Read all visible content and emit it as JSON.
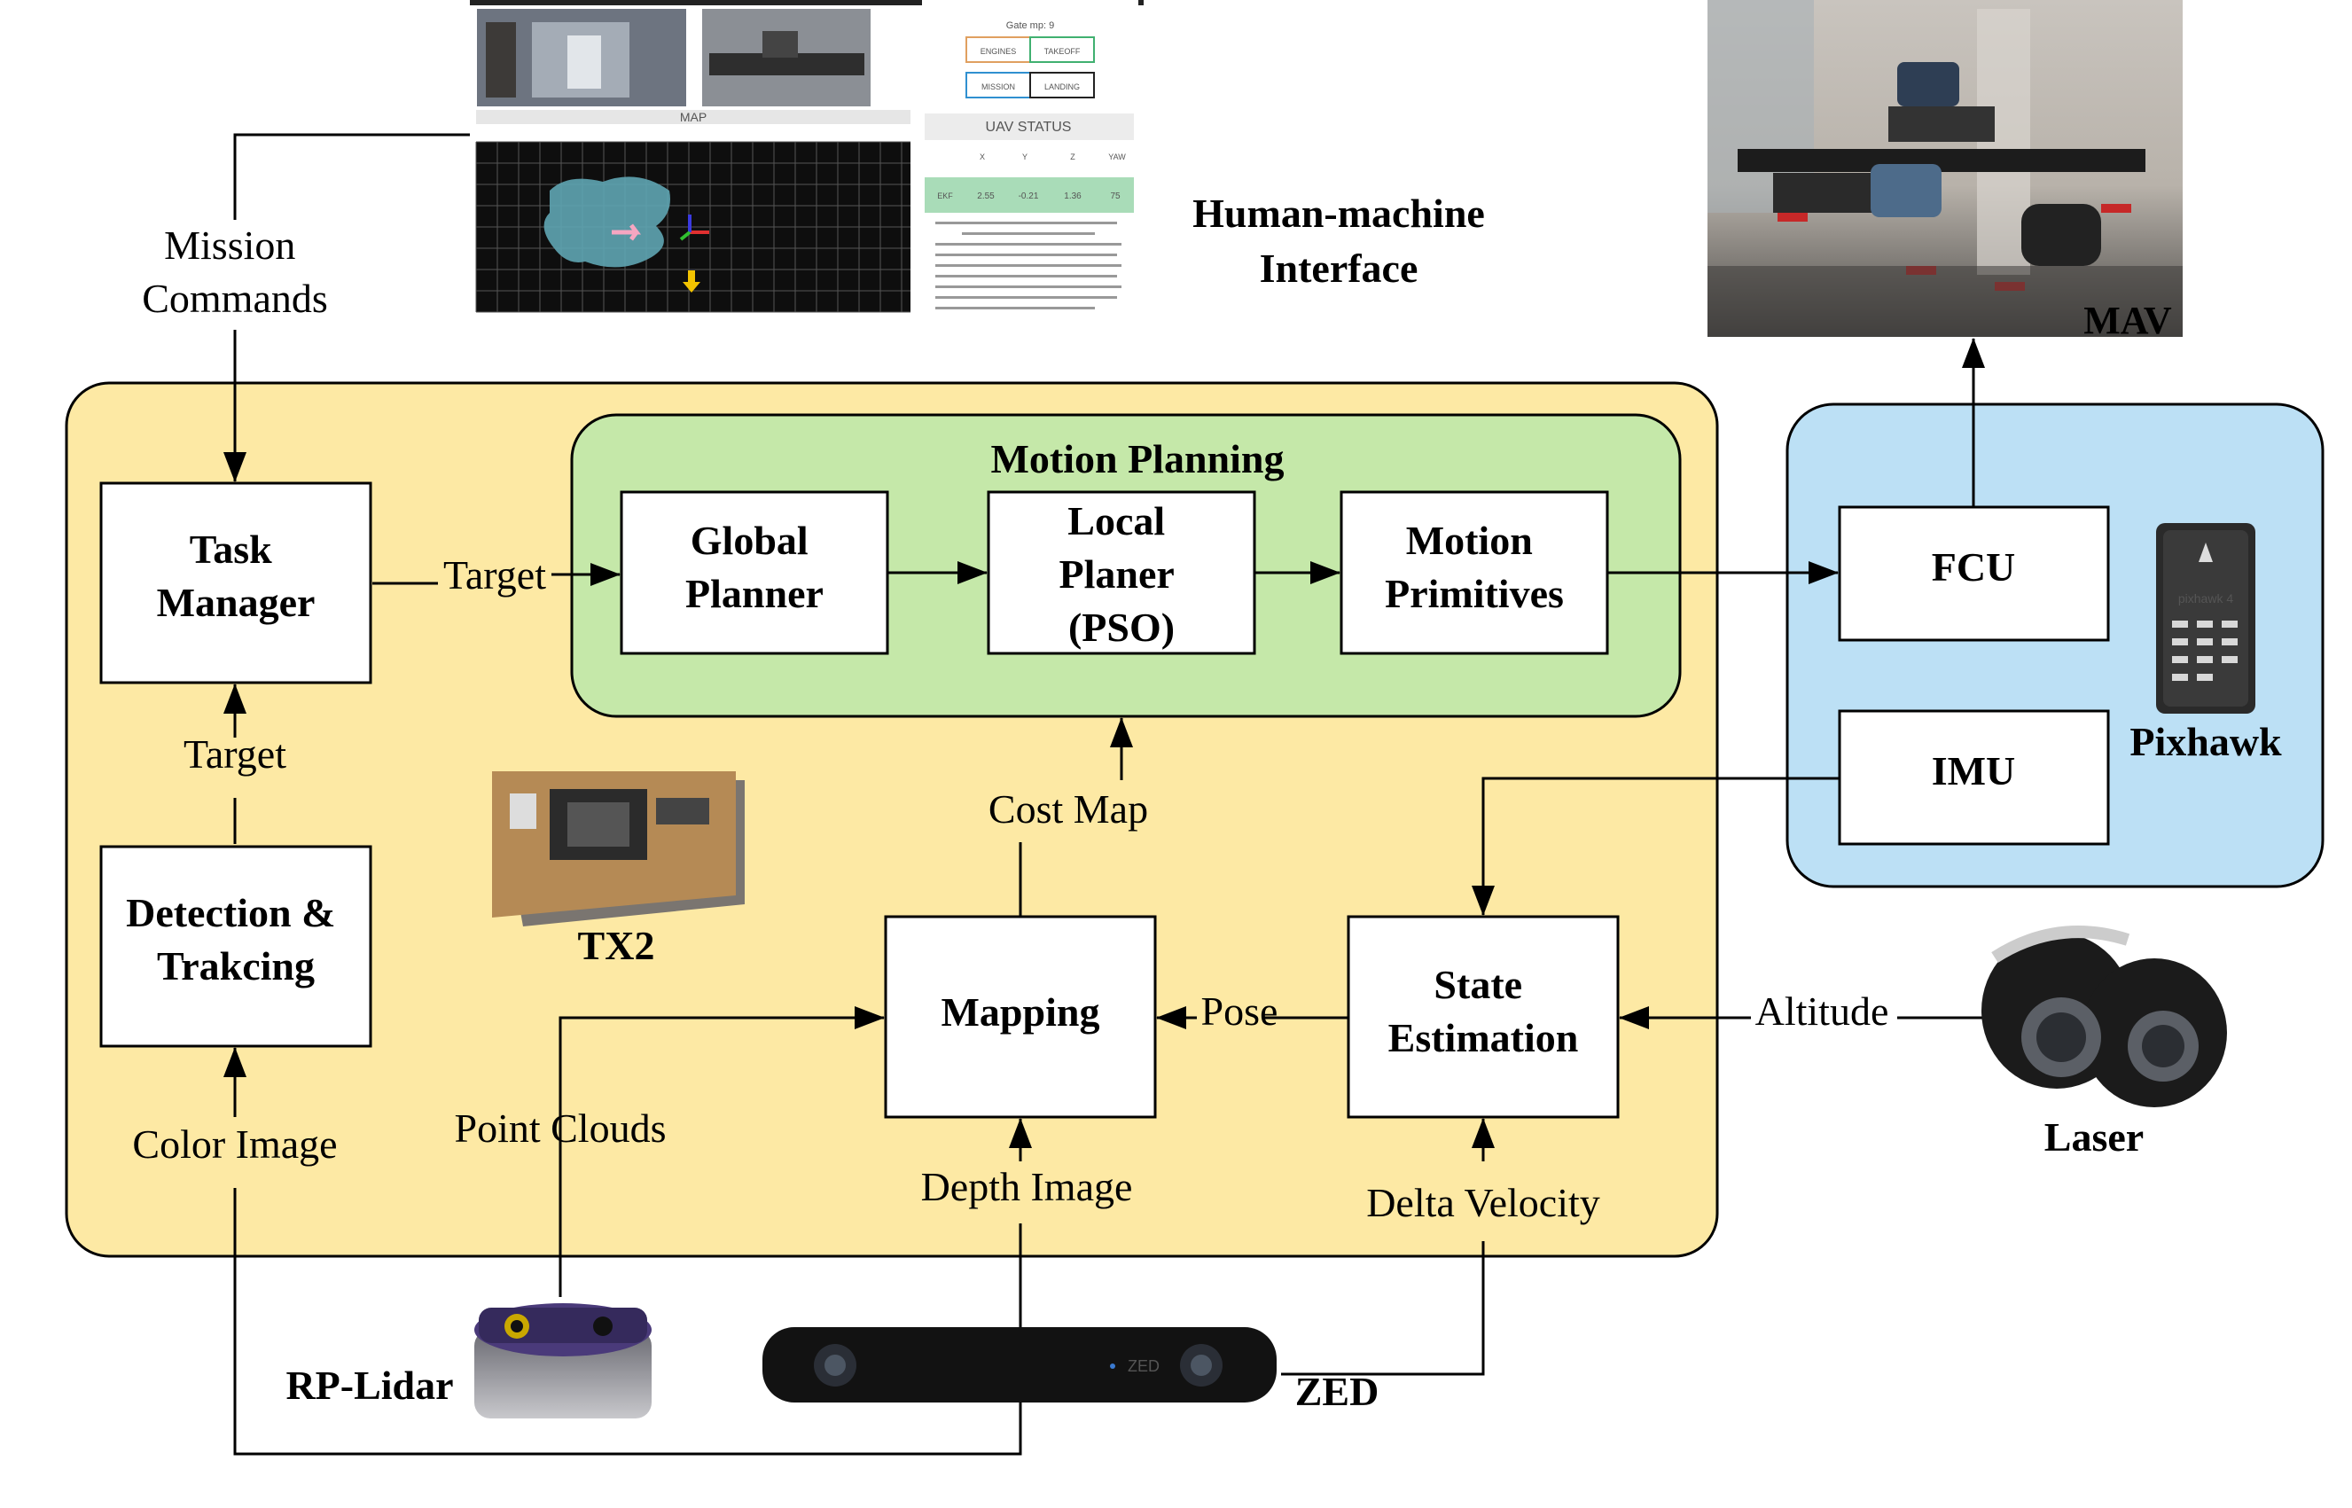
{
  "hmi": {
    "title_line1": "Human-machine",
    "title_line2": "Interface",
    "panel_gate": "Gate mp: 9",
    "btn_engines": "ENGINES",
    "btn_takeoff": "TAKEOFF",
    "btn_mission": "MISSION",
    "btn_landing": "LANDING",
    "map_title": "MAP",
    "status_title": "UAV STATUS",
    "status_headers": [
      "X",
      "Y",
      "Z",
      "YAW"
    ],
    "status_row_label": "EKF",
    "status_values": [
      "2.55",
      "-0.21",
      "1.36",
      "75"
    ]
  },
  "inputs": {
    "mission_line1": "Mission",
    "mission_line2": "Commands"
  },
  "mav": {
    "label": "MAV"
  },
  "blocks": {
    "task_manager": [
      "Task",
      "Manager"
    ],
    "detection": [
      "Detection &",
      "Trakcing"
    ],
    "motion_planning_title": "Motion Planning",
    "global_planner": [
      "Global",
      "Planner"
    ],
    "local_planer": [
      "Local",
      "Planer",
      "(PSO)"
    ],
    "motion_primitives": [
      "Motion",
      "Primitives"
    ],
    "mapping": [
      "Mapping"
    ],
    "state_estimation": [
      "State",
      "Estimation"
    ],
    "fcu": [
      "FCU"
    ],
    "imu": [
      "IMU"
    ]
  },
  "edges": {
    "target_right": "Target",
    "target_up": "Target",
    "cost_map": "Cost Map",
    "pose": "Pose",
    "altitude": "Altitude",
    "color_image": "Color Image",
    "point_clouds": "Point Clouds",
    "depth_image": "Depth Image",
    "delta_velocity": "Delta Velocity"
  },
  "devices": {
    "tx2": "TX2",
    "pixhawk": "Pixhawk",
    "pixhawk_brand": "pixhawk 4",
    "laser": "Laser",
    "rplidar": "RP-Lidar",
    "zed": "ZED",
    "zed_brand": "ZED"
  },
  "colors": {
    "yellow_panel": "#FDE9A4",
    "green_panel": "#C5E8A9",
    "blue_panel": "#BCE0F5"
  }
}
